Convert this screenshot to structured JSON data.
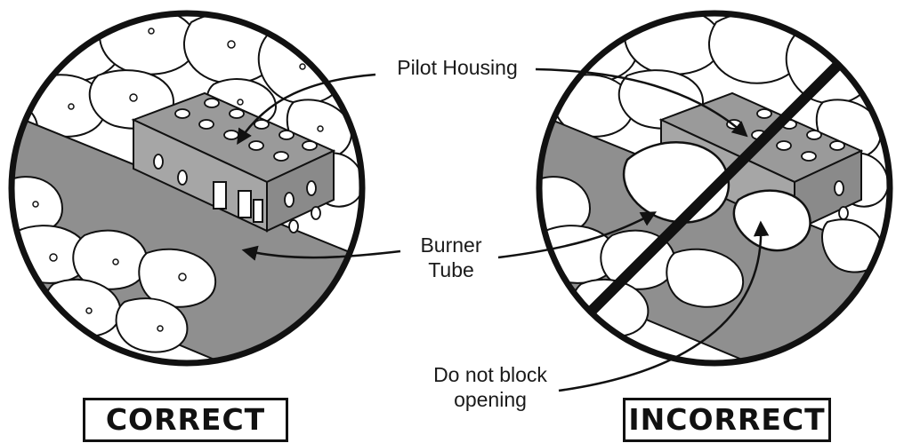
{
  "labels": {
    "pilot_housing": "Pilot Housing",
    "burner_tube_line1": "Burner",
    "burner_tube_line2": "Tube",
    "warning_line1": "Do not block",
    "warning_line2": "opening"
  },
  "captions": {
    "left": "CORRECT",
    "right": "INCORRECT"
  },
  "colors": {
    "line": "#111111",
    "tube_fill": "#8f8f8f",
    "rock_fill": "#ffffff",
    "housing_fill": "#9a9a9a"
  }
}
